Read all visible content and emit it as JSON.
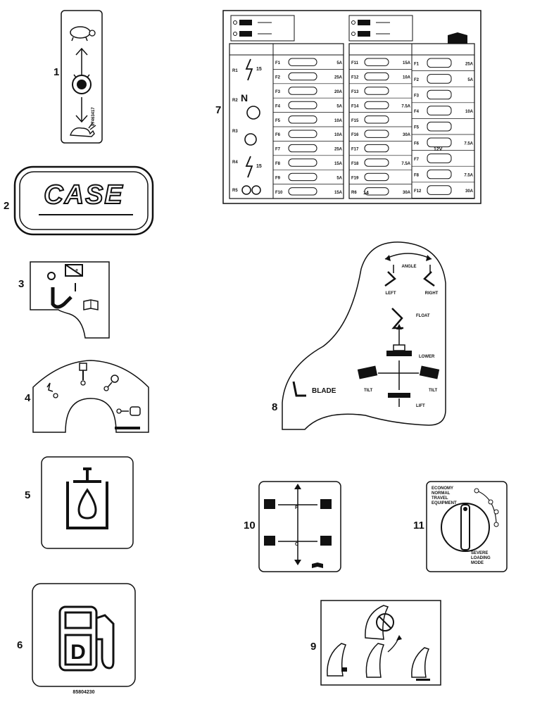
{
  "callouts": {
    "n1": "1",
    "n2": "2",
    "n3": "3",
    "n4": "4",
    "n5": "5",
    "n6": "6",
    "n7": "7",
    "n8": "8",
    "n9": "9",
    "n10": "10",
    "n11": "11"
  },
  "decal_1": {
    "part_no": "87463417"
  },
  "decal_2": {
    "logo_text": "CASE"
  },
  "decal_6": {
    "part_no": "85804230"
  },
  "decal_7": {
    "left_panel": {
      "rows_relays": [
        "R1",
        "R2",
        "R3",
        "R4",
        "R5"
      ],
      "fuses": [
        {
          "id": "F1",
          "amp": "5A"
        },
        {
          "id": "F2",
          "amp": "25A"
        },
        {
          "id": "F3",
          "amp": "20A"
        },
        {
          "id": "F4",
          "amp": "5A"
        },
        {
          "id": "F5",
          "amp": "10A"
        },
        {
          "id": "F6",
          "amp": "10A"
        },
        {
          "id": "F7",
          "amp": "25A"
        },
        {
          "id": "F8",
          "amp": "15A"
        },
        {
          "id": "F9",
          "amp": "5A"
        },
        {
          "id": "F10",
          "amp": "15A"
        }
      ],
      "label_15a": "15",
      "label_15b": "15",
      "n_label": "N"
    },
    "right_panel": {
      "fuses_a": [
        {
          "id": "F11",
          "amp": "15A"
        },
        {
          "id": "F12",
          "amp": "10A"
        },
        {
          "id": "F13",
          "amp": ""
        },
        {
          "id": "F14",
          "amp": "7.5A"
        },
        {
          "id": "F15",
          "amp": ""
        },
        {
          "id": "F16",
          "amp": "30A"
        },
        {
          "id": "F17",
          "amp": ""
        },
        {
          "id": "F18",
          "amp": "7.5A"
        },
        {
          "id": "F19",
          "amp": ""
        },
        {
          "id": "R6",
          "amp": "30A"
        }
      ],
      "fuses_b": [
        {
          "id": "F1",
          "amp": "25A"
        },
        {
          "id": "F2",
          "amp": "5A"
        },
        {
          "id": "F3",
          "amp": ""
        },
        {
          "id": "F4",
          "amp": "10A"
        },
        {
          "id": "F5",
          "amp": ""
        },
        {
          "id": "F6",
          "amp": "7.5A"
        },
        {
          "id": "F7",
          "amp": ""
        },
        {
          "id": "F8",
          "amp": "7.5A"
        },
        {
          "id": "F12",
          "amp": "30A"
        }
      ],
      "label_15v": "12V",
      "label_14": "14"
    }
  },
  "decal_8": {
    "angle": "ANGLE",
    "left": "LEFT",
    "right": "RIGHT",
    "float": "FLOAT",
    "lower": "LOWER",
    "tilt_left": "TILT",
    "tilt_right": "TILT",
    "lift": "LIFT",
    "blade": "BLADE"
  },
  "decal_10": {
    "f_label": "F",
    "c_label": "C"
  },
  "decal_11": {
    "top_lines": [
      "ECONOMY",
      "NORMAL",
      "TRAVEL",
      "EQUIPMENT"
    ],
    "bottom_lines": [
      "SEVERE",
      "LOADING",
      "MODE"
    ]
  }
}
